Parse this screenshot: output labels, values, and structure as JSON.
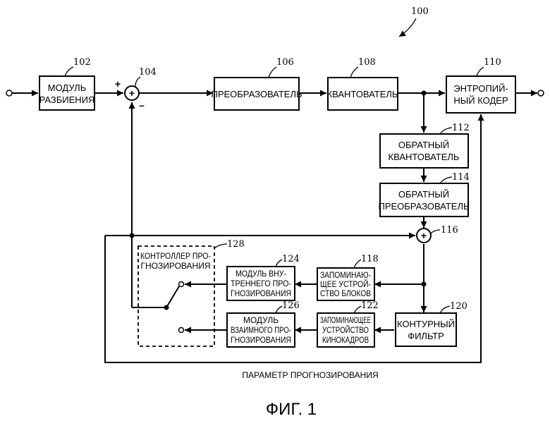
{
  "diagram_ref": "100",
  "figure_caption": "ФИГ. 1",
  "parameter_label": "ПАРАМЕТР ПРОГНОЗИРОВАНИЯ",
  "blocks": {
    "splitting": {
      "ref": "102",
      "lines": [
        "МОДУЛЬ",
        "РАЗБИЕНИЯ"
      ]
    },
    "transformer": {
      "ref": "106",
      "lines": [
        "ПРЕОБРАЗОВАТЕЛЬ"
      ]
    },
    "quantizer": {
      "ref": "108",
      "lines": [
        "КВАНТОВАТЕЛЬ"
      ]
    },
    "entropy_coder": {
      "ref": "110",
      "lines": [
        "ЭНТРОПИЙ-",
        "НЫЙ КОДЕР"
      ]
    },
    "inv_quantizer": {
      "ref": "112",
      "lines": [
        "ОБРАТНЫЙ",
        "КВАНТОВАТЕЛЬ"
      ]
    },
    "inv_transformer": {
      "ref": "114",
      "lines": [
        "ОБРАТНЫЙ",
        "ПРЕОБРАЗОВАТЕЛЬ"
      ]
    },
    "block_memory": {
      "ref": "118",
      "lines": [
        "ЗАПОМИНАЮ-",
        "ЩЕЕ УСТРОЙ-",
        "СТВО БЛОКОВ"
      ]
    },
    "loop_filter": {
      "ref": "120",
      "lines": [
        "КОНТУРНЫЙ",
        "ФИЛЬТР"
      ]
    },
    "frame_memory": {
      "ref": "122",
      "lines": [
        "ЗАПОМИНАЮЩЕЕ",
        "УСТРОЙСТВО",
        "КИНОКАДРОВ"
      ]
    },
    "intra_prediction": {
      "ref": "124",
      "lines": [
        "МОДУЛЬ ВНУ-",
        "ТРЕННЕГО ПРО-",
        "ГНОЗИРОВАНИЯ"
      ]
    },
    "inter_prediction": {
      "ref": "126",
      "lines": [
        "МОДУЛЬ",
        "ВЗАИМНОГО ПРО-",
        "ГНОЗИРОВАНИЯ"
      ]
    },
    "pred_controller": {
      "ref": "128",
      "lines": [
        "КОНТРОЛЛЕР ПРО-",
        "ГНОЗИРОВАНИЯ"
      ]
    }
  },
  "adders": {
    "subtractor": {
      "ref": "104",
      "symbol": "+",
      "plus_sign": "+",
      "minus_sign": "–"
    },
    "adder": {
      "ref": "116",
      "symbol": "+"
    }
  }
}
